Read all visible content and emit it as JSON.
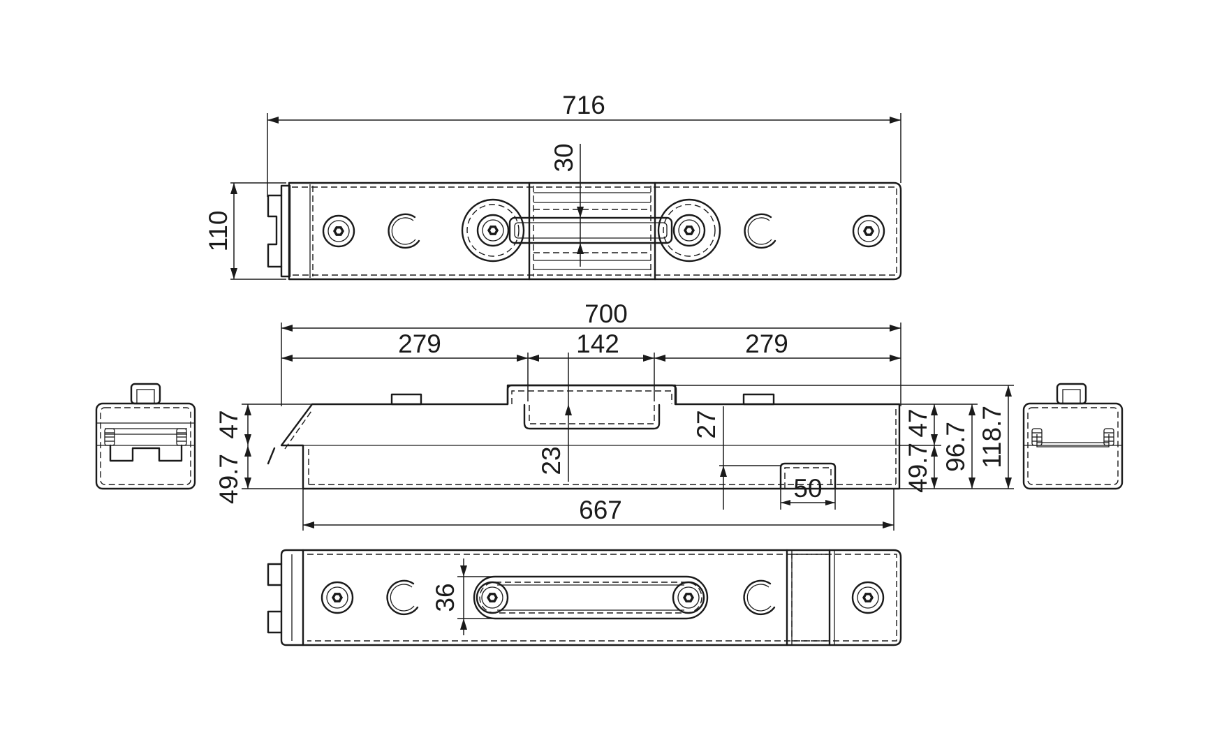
{
  "dimensions": {
    "top_view": {
      "overall_length": "716",
      "height": "110",
      "hole_offset": "30"
    },
    "side_view": {
      "total_length": "700",
      "left_segment": "279",
      "center_segment": "142",
      "right_segment": "279",
      "bottom_length": "667",
      "left_upper": "47",
      "left_lower": "49.7",
      "depth_23": "23",
      "depth_27": "27",
      "slot_width": "50",
      "right_upper": "47",
      "right_lower": "49.7",
      "right_mid": "96.7",
      "right_total": "118.7"
    },
    "bottom_view": {
      "slot_height": "36"
    }
  }
}
